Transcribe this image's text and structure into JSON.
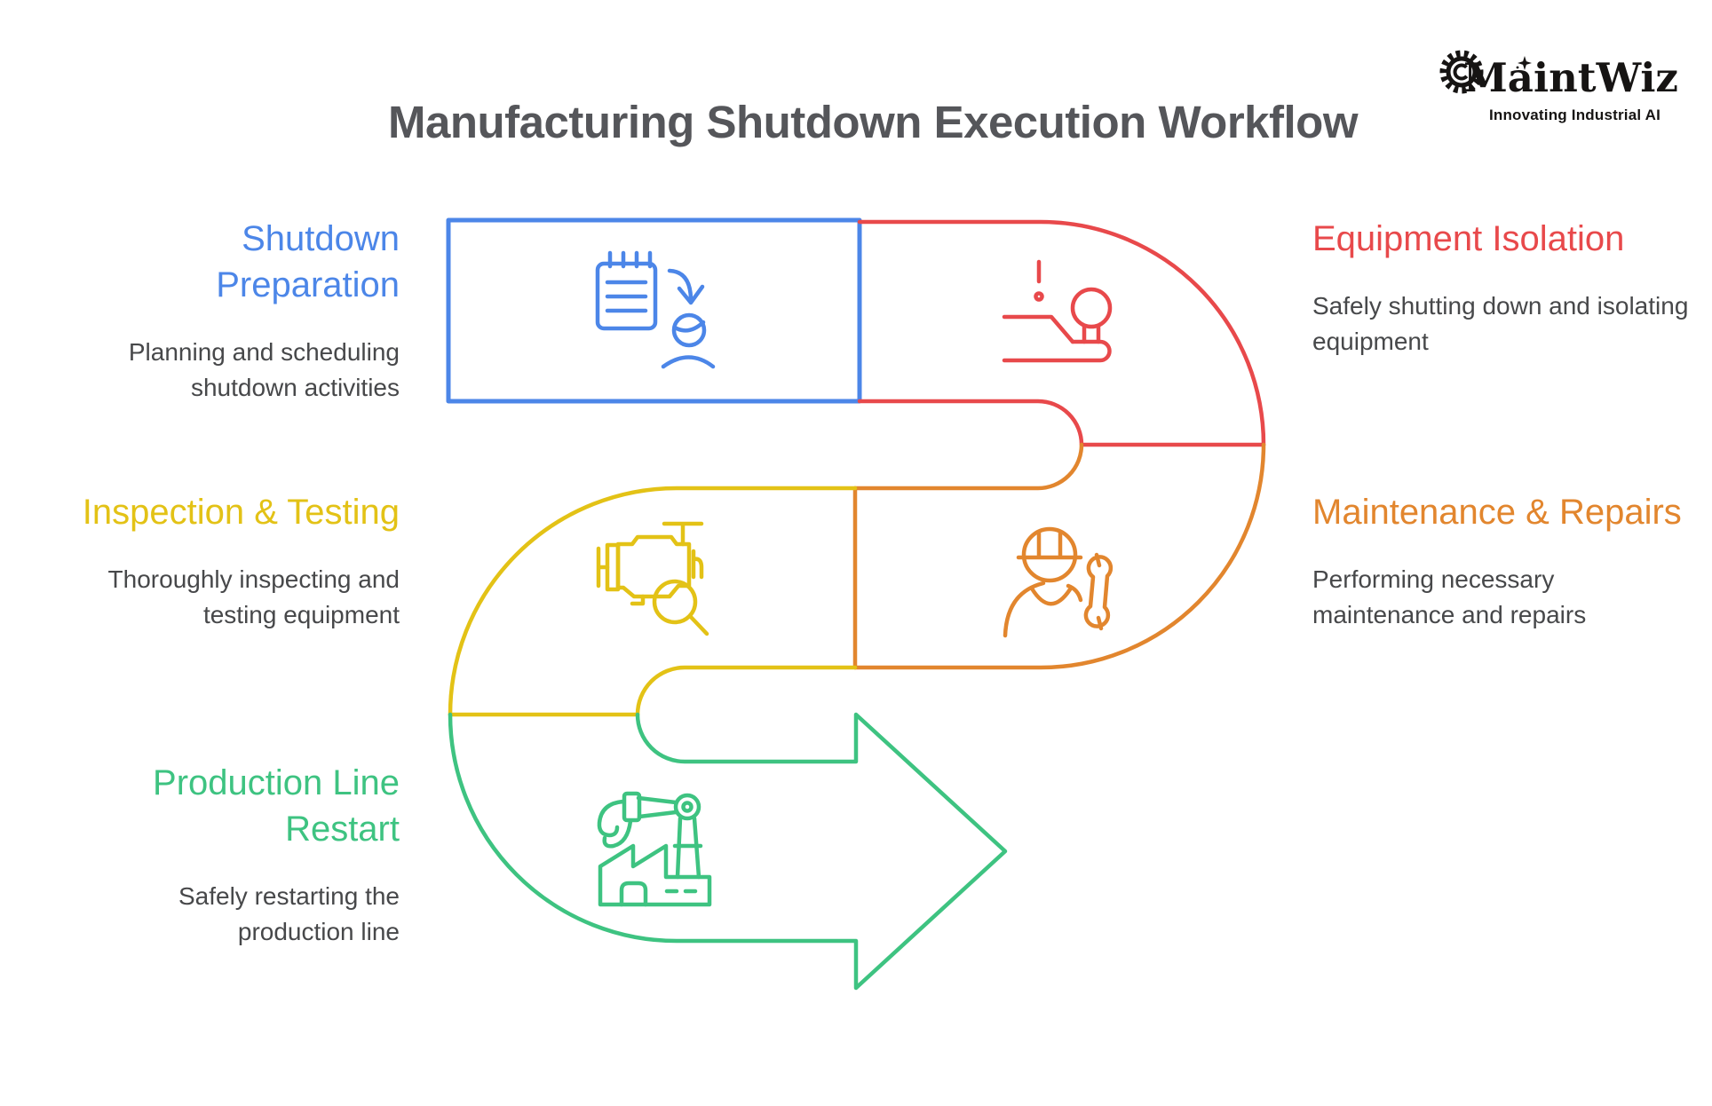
{
  "logo": {
    "name": "MaintWiz",
    "tagline": "Innovating Industrial AI",
    "color": "#161413"
  },
  "title": "Manufacturing Shutdown Execution Workflow",
  "colors": {
    "title_gray": "#55565A",
    "description_gray": "#47484A",
    "background": "#FFFFFF"
  },
  "stages": [
    {
      "id": "shutdown-preparation",
      "label": "Shutdown Preparation",
      "description": "Planning and scheduling shutdown activities",
      "color": "#4C86E8",
      "icon": "clipboard-schedule-person-icon",
      "label_side": "left"
    },
    {
      "id": "equipment-isolation",
      "label": "Equipment Isolation",
      "description": "Safely shutting down and isolating equipment",
      "color": "#E8494B",
      "icon": "isolation-lever-alert-icon",
      "label_side": "right"
    },
    {
      "id": "maintenance-repairs",
      "label": "Maintenance & Repairs",
      "description": "Performing necessary maintenance and repairs",
      "color": "#E2862E",
      "icon": "worker-wrench-icon",
      "label_side": "right"
    },
    {
      "id": "inspection-testing",
      "label": "Inspection & Testing",
      "description": "Thoroughly inspecting and testing equipment",
      "color": "#E3C216",
      "icon": "engine-magnifier-icon",
      "label_side": "left"
    },
    {
      "id": "production-line-restart",
      "label": "Production Line Restart",
      "description": "Safely restarting the production line",
      "color": "#3EC381",
      "icon": "factory-robot-arm-icon",
      "label_side": "left"
    }
  ]
}
